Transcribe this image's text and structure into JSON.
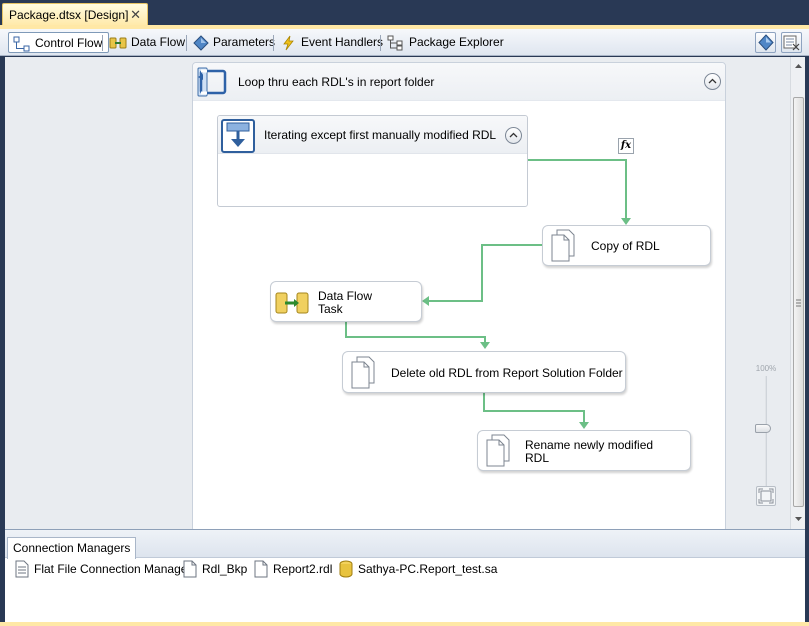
{
  "document_tab": {
    "title": "Package.dtsx [Design]",
    "close": "✕"
  },
  "designer_tabs": [
    {
      "label": "Control Flow",
      "icon": "control-flow-icon",
      "active": true
    },
    {
      "label": "Data Flow",
      "icon": "data-flow-icon",
      "active": false
    },
    {
      "label": "Parameters",
      "icon": "parameters-icon",
      "active": false
    },
    {
      "label": "Event Handlers",
      "icon": "event-handlers-icon",
      "active": false
    },
    {
      "label": "Package Explorer",
      "icon": "package-explorer-icon",
      "active": false
    }
  ],
  "toolbar_right": [
    {
      "icon": "parameters-toolbar-icon"
    },
    {
      "icon": "variables-icon"
    }
  ],
  "design_surface": {
    "container": {
      "title": "Loop thru each RDL's in report folder",
      "icon": "foreach-loop-icon"
    },
    "inner_container": {
      "title": "Iterating except first manually modified RDL",
      "icon": "sequence-container-icon"
    },
    "tasks": [
      {
        "id": "copy",
        "label_lines": [
          "Copy of RDL"
        ],
        "icon": "file-system-task-icon"
      },
      {
        "id": "dataflow",
        "label_lines": [
          "Data Flow",
          "Task"
        ],
        "icon": "data-flow-task-icon"
      },
      {
        "id": "delete",
        "label_lines": [
          "Delete old RDL from Report Solution Folder"
        ],
        "icon": "file-system-task-icon"
      },
      {
        "id": "rename",
        "label_lines": [
          "Rename newly modified",
          "RDL"
        ],
        "icon": "file-system-task-icon"
      }
    ],
    "expression_badge": "fx",
    "zoom": {
      "percent_label": "100%",
      "level": 1.0
    }
  },
  "connection_managers": {
    "tab_label": "Connection Managers",
    "items": [
      {
        "label": "Flat File Connection Manager",
        "icon": "flat-file-icon"
      },
      {
        "label": "Rdl_Bkp",
        "icon": "file-connection-icon"
      },
      {
        "label": "Report2.rdl",
        "icon": "file-connection-icon"
      },
      {
        "label": "Sathya-PC.Report_test.sa",
        "icon": "database-connection-icon"
      }
    ]
  },
  "colors": {
    "precedence_constraint": "#6cbf86",
    "frame": "#293955",
    "tab_accent": "#ffe8a6"
  }
}
